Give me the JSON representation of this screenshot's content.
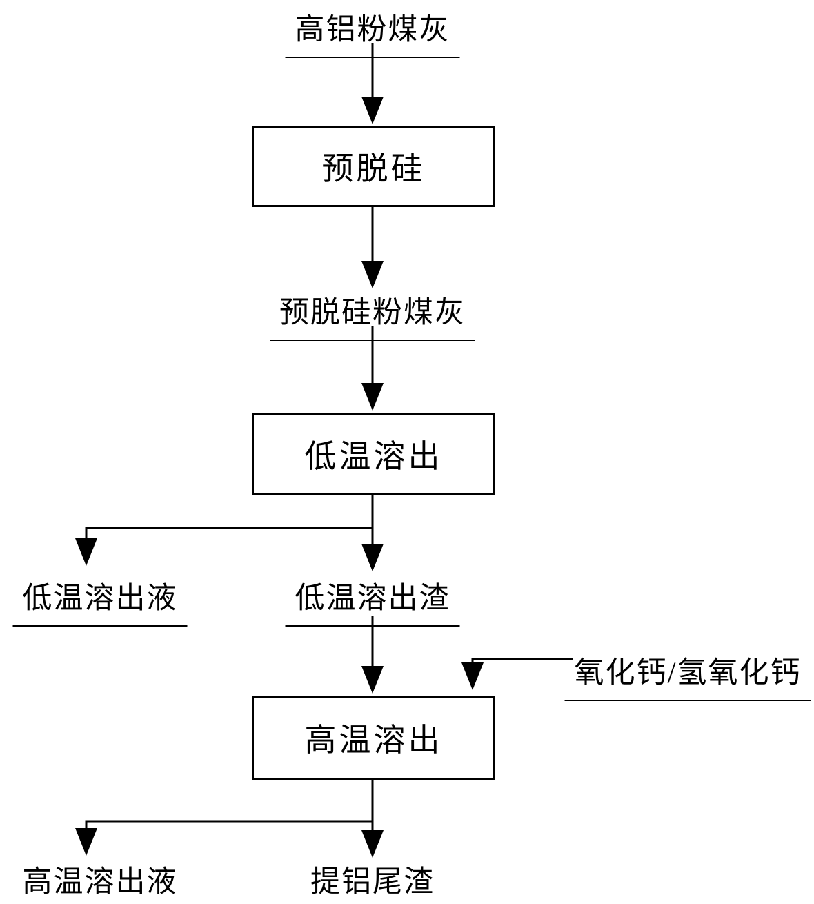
{
  "nodes": {
    "top_input": "高铝粉煤灰",
    "pre_desilication_box": "预脱硅",
    "pre_desilicated_ash": "预脱硅粉煤灰",
    "low_temp_box": "低温溶出",
    "low_temp_liquid": "低温溶出液",
    "low_temp_residue": "低温溶出渣",
    "calcium_input": "氧化钙/氢氧化钙",
    "high_temp_box": "高温溶出",
    "high_temp_liquid": "高温溶出液",
    "al_tailings": "提铝尾渣"
  },
  "style": {
    "line_color": "#000000",
    "background": "#ffffff"
  }
}
